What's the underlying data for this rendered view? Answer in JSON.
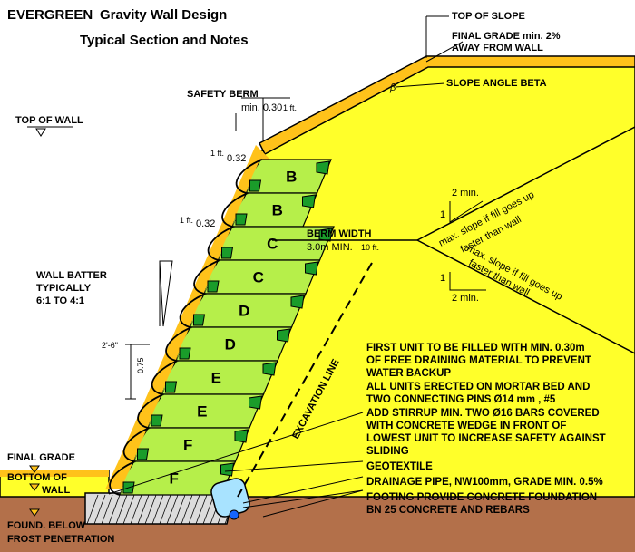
{
  "title": {
    "brand": "EVERGREEN",
    "line1": "Gravity Wall Design",
    "line2": "Typical Section and Notes"
  },
  "colors": {
    "soil": "#ffff2a",
    "topsoil": "#ffc21a",
    "units": "#b6ef4a",
    "pins": "#1a9c2a",
    "foundation": "#b3704a",
    "pipe": "#a8e3ff"
  },
  "labels": {
    "top_of_slope": "TOP OF SLOPE",
    "final_grade_a": "FINAL GRADE min. 2%",
    "final_grade_b": "AWAY FROM WALL",
    "slope_angle": "SLOPE ANGLE BETA",
    "beta": "β",
    "safety_berm": "SAFETY BERM",
    "berm_min": "min. 0.30",
    "berm_ft": "1 ft.",
    "top_of_wall": "TOP OF WALL",
    "dim1_ft": "1 ft.",
    "dim1_val": "0.32",
    "dim2_ft": "1 ft.",
    "dim2_val": "0.32",
    "berm_width": "BERM WIDTH",
    "berm_width_val": "3.0m MIN.",
    "berm_width_ft": "10 ft.",
    "wall_batter_a": "WALL BATTER",
    "wall_batter_b": "TYPICALLY",
    "wall_batter_c": "6:1 TO 4:1",
    "dim_275": "2'-6\"",
    "dim_075": "0.75",
    "excavation": "EXCAVATION LINE",
    "slope1_num": "2 min.",
    "slope1_den": "1",
    "slope1_a": "max. slope if fill goes up",
    "slope1_b": "faster than wall",
    "slope2_num": "1",
    "slope2_den": "2 min.",
    "slope2_a": "max. slope if fill goes up",
    "slope2_b": "faster than wall",
    "final_grade": "FINAL GRADE",
    "bottom_wall_a": "BOTTOM OF",
    "bottom_wall_b": "WALL",
    "found_a": "FOUND. BELOW",
    "found_b": "FROST PENETRATION"
  },
  "units": [
    "B",
    "B",
    "C",
    "C",
    "D",
    "D",
    "E",
    "E",
    "F",
    "F"
  ],
  "notes": [
    "FIRST UNIT TO BE FILLED WITH MIN. 0.30m",
    " OF FREE DRAINING MATERIAL TO PREVENT",
    " WATER BACKUP",
    "ALL UNITS ERECTED ON MORTAR BED AND",
    "TWO CONNECTING PINS Ø14 mm , #5",
    "ADD STIRRUP MIN. TWO Ø16 BARS COVERED",
    "WITH CONCRETE WEDGE IN FRONT OF",
    "LOWEST UNIT TO INCREASE SAFETY AGAINST",
    "SLIDING",
    "GEOTEXTILE",
    "DRAINAGE PIPE, NW100mm, GRADE MIN. 0.5%",
    "FOOTING PROVIDE CONCRETE FOUNDATION",
    "BN 25 CONCRETE AND REBARS"
  ]
}
